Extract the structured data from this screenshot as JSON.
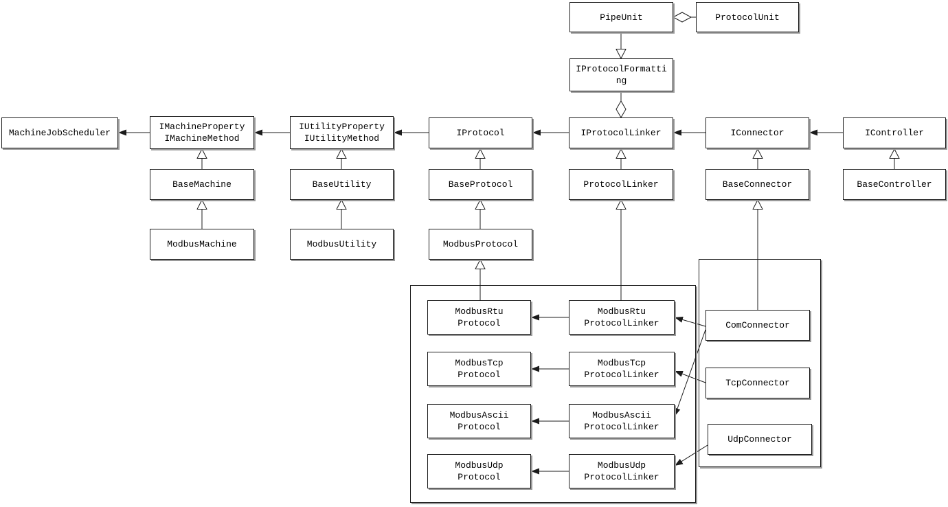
{
  "diagram": {
    "kind": "uml-class-diagram",
    "colors": {
      "background": "#ffffff",
      "line": "#1b1b1b",
      "box_border": "#1b1b1b",
      "box_fill": "#ffffff",
      "box_shadow": "#9a9a9a",
      "text": "#000000"
    },
    "nodes": [
      {
        "id": "machine-job-scheduler",
        "label": "MachineJobScheduler"
      },
      {
        "id": "i-machine-property-method",
        "label": "IMachineProperty\nIMachineMethod"
      },
      {
        "id": "i-utility-property-method",
        "label": "IUtilityProperty\nIUtilityMethod"
      },
      {
        "id": "i-protocol",
        "label": "IProtocol"
      },
      {
        "id": "i-protocol-linker",
        "label": "IProtocolLinker"
      },
      {
        "id": "i-connector",
        "label": "IConnector"
      },
      {
        "id": "i-controller",
        "label": "IController"
      },
      {
        "id": "base-machine",
        "label": "BaseMachine"
      },
      {
        "id": "base-utility",
        "label": "BaseUtility"
      },
      {
        "id": "base-protocol",
        "label": "BaseProtocol"
      },
      {
        "id": "protocol-linker",
        "label": "ProtocolLinker"
      },
      {
        "id": "base-connector",
        "label": "BaseConnector"
      },
      {
        "id": "base-controller",
        "label": "BaseController"
      },
      {
        "id": "modbus-machine",
        "label": "ModbusMachine"
      },
      {
        "id": "modbus-utility",
        "label": "ModbusUtility"
      },
      {
        "id": "modbus-protocol",
        "label": "ModbusProtocol"
      },
      {
        "id": "pipe-unit",
        "label": "PipeUnit"
      },
      {
        "id": "protocol-unit",
        "label": "ProtocolUnit"
      },
      {
        "id": "i-protocol-formatting",
        "label": "IProtocolFormatti\nng"
      },
      {
        "id": "modbus-rtu-protocol",
        "label": "ModbusRtu\nProtocol"
      },
      {
        "id": "modbus-tcp-protocol",
        "label": "ModbusTcp\nProtocol"
      },
      {
        "id": "modbus-ascii-protocol",
        "label": "ModbusAscii\nProtocol"
      },
      {
        "id": "modbus-udp-protocol",
        "label": "ModbusUdp\nProtocol"
      },
      {
        "id": "modbus-rtu-protocol-linker",
        "label": "ModbusRtu\nProtocolLinker"
      },
      {
        "id": "modbus-tcp-protocol-linker",
        "label": "ModbusTcp\nProtocolLinker"
      },
      {
        "id": "modbus-ascii-protocol-linker",
        "label": "ModbusAscii\nProtocolLinker"
      },
      {
        "id": "modbus-udp-protocol-linker",
        "label": "ModbusUdp\nProtocolLinker"
      },
      {
        "id": "com-connector",
        "label": "ComConnector"
      },
      {
        "id": "tcp-connector",
        "label": "TcpConnector"
      },
      {
        "id": "udp-connector",
        "label": "UdpConnector"
      }
    ],
    "groups": [
      {
        "id": "modbus-protocol-group"
      },
      {
        "id": "connector-group"
      }
    ],
    "edges": [
      {
        "from": "i-machine-property-method",
        "to": "machine-job-scheduler",
        "type": "association"
      },
      {
        "from": "i-utility-property-method",
        "to": "i-machine-property-method",
        "type": "association"
      },
      {
        "from": "i-protocol",
        "to": "i-utility-property-method",
        "type": "association"
      },
      {
        "from": "i-protocol-linker",
        "to": "i-protocol",
        "type": "association"
      },
      {
        "from": "i-connector",
        "to": "i-protocol-linker",
        "type": "association"
      },
      {
        "from": "i-controller",
        "to": "i-connector",
        "type": "association"
      },
      {
        "from": "modbus-rtu-protocol-linker",
        "to": "modbus-rtu-protocol",
        "type": "association"
      },
      {
        "from": "modbus-tcp-protocol-linker",
        "to": "modbus-tcp-protocol",
        "type": "association"
      },
      {
        "from": "modbus-ascii-protocol-linker",
        "to": "modbus-ascii-protocol",
        "type": "association"
      },
      {
        "from": "modbus-udp-protocol-linker",
        "to": "modbus-udp-protocol",
        "type": "association"
      },
      {
        "from": "com-connector",
        "to": "modbus-rtu-protocol-linker",
        "type": "association"
      },
      {
        "from": "com-connector",
        "to": "modbus-ascii-protocol-linker",
        "type": "association"
      },
      {
        "from": "tcp-connector",
        "to": "modbus-tcp-protocol-linker",
        "type": "association"
      },
      {
        "from": "udp-connector",
        "to": "modbus-udp-protocol-linker",
        "type": "association"
      },
      {
        "from": "base-machine",
        "to": "i-machine-property-method",
        "type": "inheritance"
      },
      {
        "from": "modbus-machine",
        "to": "base-machine",
        "type": "inheritance"
      },
      {
        "from": "base-utility",
        "to": "i-utility-property-method",
        "type": "inheritance"
      },
      {
        "from": "modbus-utility",
        "to": "base-utility",
        "type": "inheritance"
      },
      {
        "from": "base-protocol",
        "to": "i-protocol",
        "type": "inheritance"
      },
      {
        "from": "modbus-protocol",
        "to": "base-protocol",
        "type": "inheritance"
      },
      {
        "from": "modbus-rtu-protocol",
        "to": "modbus-protocol",
        "type": "inheritance"
      },
      {
        "from": "protocol-linker",
        "to": "i-protocol-linker",
        "type": "inheritance"
      },
      {
        "from": "modbus-rtu-protocol-linker",
        "to": "protocol-linker",
        "type": "inheritance"
      },
      {
        "from": "base-connector",
        "to": "i-connector",
        "type": "inheritance"
      },
      {
        "from": "com-connector",
        "to": "base-connector",
        "type": "inheritance"
      },
      {
        "from": "base-controller",
        "to": "i-controller",
        "type": "inheritance"
      },
      {
        "from": "pipe-unit",
        "to": "i-protocol-formatting",
        "type": "realization"
      },
      {
        "from": "pipe-unit",
        "to": "protocol-unit",
        "type": "aggregation"
      },
      {
        "from": "i-protocol-formatting",
        "to": "i-protocol-linker",
        "type": "aggregation"
      }
    ]
  }
}
